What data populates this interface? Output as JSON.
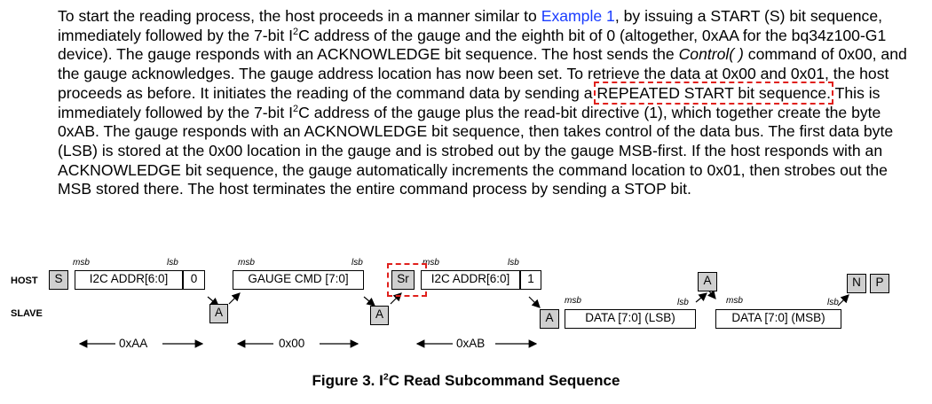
{
  "paragraph": {
    "s1": "To start the reading process, the host proceeds in a manner similar to ",
    "link": "Example 1",
    "s2": ", by issuing a START (S) bit sequence, immediately followed by the 7-bit I",
    "sup1": "2",
    "s3": "C address of the gauge and the eighth bit of 0 (altogether, 0xAA for the bq34z100-G1 device). The gauge responds with an ACKNOWLEDGE bit sequence. The host sends the ",
    "italic": "Control( )",
    "s4": " command of 0x00, and the gauge acknowledges. The gauge address location has now been set. To retrieve the data at 0x00 and 0x01, the host proceeds as before. It initiates the reading of the command data by sending a ",
    "highlight": "REPEATED START bit sequence.",
    "s5": " This is immediately followed by the 7-bit I",
    "sup2": "2",
    "s6": "C address of the gauge plus the read-bit directive (1), which together create the byte 0xAB. The gauge responds with an ACKNOWLEDGE bit sequence, then takes control of the data bus. The first data byte (LSB) is stored at the 0x00 location in the gauge and is strobed out by the gauge MSB-first. If the host responds with an ACKNOWLEDGE bit sequence, the gauge automatically increments the command location to 0x01, then strobes out the MSB stored there. The host terminates the entire command process by sending a STOP bit."
  },
  "diagram": {
    "host_label": "HOST",
    "slave_label": "SLAVE",
    "msb": "msb",
    "lsb": "lsb",
    "s": "S",
    "addr1": "I2C ADDR[6:0]",
    "bit0": "0",
    "ack": "A",
    "cmd": "GAUGE CMD [7:0]",
    "sr": "Sr",
    "addr2": "I2C ADDR[6:0]",
    "bit1": "1",
    "data_lsb": "DATA [7:0] (LSB)",
    "data_msb": "DATA [7:0] (MSB)",
    "n": "N",
    "p": "P",
    "byte1": "0xAA",
    "byte2": "0x00",
    "byte3": "0xAB"
  },
  "caption": {
    "pre": "Figure 3. I",
    "sup": "2",
    "post": "C Read Subcommand Sequence"
  }
}
